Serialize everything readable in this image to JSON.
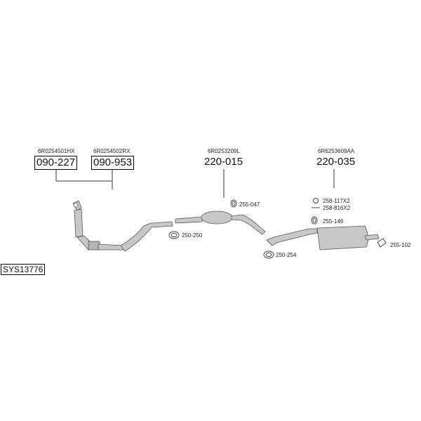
{
  "system_id": "SYS13776",
  "groups": [
    {
      "parts": [
        {
          "oe": "6R0254501HX",
          "number": "090-227"
        },
        {
          "oe": "6R0254502RX",
          "number": "090-953"
        }
      ]
    },
    {
      "parts": [
        {
          "oe": "6R0253209L",
          "number": "220-015"
        }
      ]
    },
    {
      "parts": [
        {
          "oe": "6R6253609AA",
          "number": "220-035"
        }
      ]
    }
  ],
  "accessories": {
    "clamp_front": "250-250",
    "hanger_mid": "255-047",
    "clamp_rear": "250-254",
    "rear_small_1": "258-117X2",
    "rear_small_2": "258-816X2",
    "rear_hanger": "255-146",
    "tail_bracket": "255-102"
  }
}
